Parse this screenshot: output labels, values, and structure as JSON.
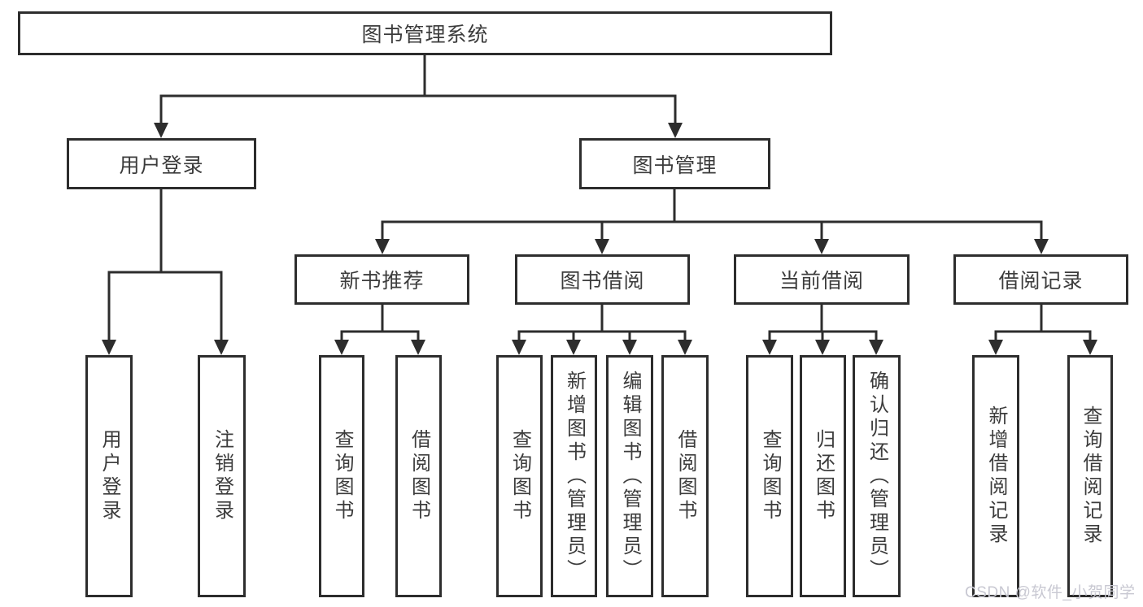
{
  "diagram": {
    "root": {
      "label": "图书管理系统"
    },
    "branches": [
      {
        "label": "用户登录",
        "children": [
          {
            "label": "用户登录"
          },
          {
            "label": "注销登录"
          }
        ]
      },
      {
        "label": "图书管理",
        "children": [
          {
            "label": "新书推荐",
            "children": [
              {
                "label": "查询图书"
              },
              {
                "label": "借阅图书"
              }
            ]
          },
          {
            "label": "图书借阅",
            "children": [
              {
                "label": "查询图书"
              },
              {
                "label": "新增图书（管理员）"
              },
              {
                "label": "编辑图书（管理员）"
              },
              {
                "label": "借阅图书"
              }
            ]
          },
          {
            "label": "当前借阅",
            "children": [
              {
                "label": "查询图书"
              },
              {
                "label": "归还图书"
              },
              {
                "label": "确认归还（管理员）"
              }
            ]
          },
          {
            "label": "借阅记录",
            "children": [
              {
                "label": "新增借阅记录"
              },
              {
                "label": "查询借阅记录"
              }
            ]
          }
        ]
      }
    ]
  },
  "watermark": {
    "text": "CSDN @软件_小贺同学",
    "color": "#c8c8d2"
  },
  "colors": {
    "line": "#2d2d2d",
    "box_border": "#2d2d2d",
    "text": "#3c3c3c",
    "background": "#ffffff"
  }
}
